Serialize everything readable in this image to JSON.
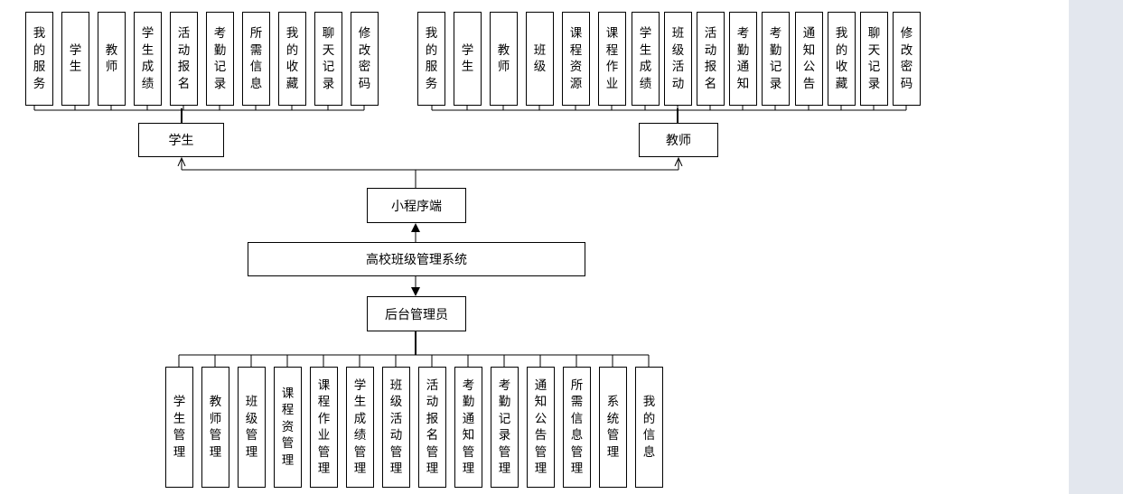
{
  "nodes": {
    "student": "学生",
    "teacher": "教师",
    "miniprogram": "小程序端",
    "system": "高校班级管理系统",
    "admin": "后台管理员"
  },
  "student_functions": [
    "我的服务",
    "学生",
    "教师",
    "学生成绩",
    "活动报名",
    "考勤记录",
    "所需信息",
    "我的收藏",
    "聊天记录",
    "修改密码"
  ],
  "teacher_functions": [
    "我的服务",
    "学生",
    "教师",
    "班级",
    "课程资源",
    "课程作业",
    "学生成绩",
    "班级活动",
    "活动报名",
    "考勤通知",
    "考勤记录",
    "通知公告",
    "我的收藏",
    "聊天记录",
    "修改密码"
  ],
  "admin_functions": [
    "学生管理",
    "教师管理",
    "班级管理",
    "课程资管理",
    "课程作业管理",
    "学生成绩管理",
    "班级活动管理",
    "活动报名管理",
    "考勤通知管理",
    "考勤记录管理",
    "通知公告管理",
    "所需信息管理",
    "系统管理",
    "我的信息"
  ]
}
